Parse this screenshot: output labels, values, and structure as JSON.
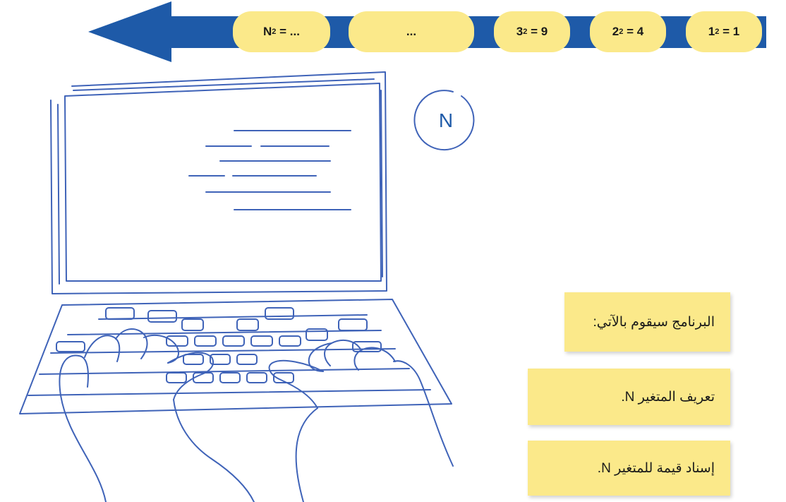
{
  "sequence": {
    "items": [
      {
        "base": "N",
        "exp": "2",
        "rest": "= ..."
      },
      {
        "text": "..."
      },
      {
        "base": "3",
        "exp": "2",
        "rest": "= 9"
      },
      {
        "base": "2",
        "exp": "2",
        "rest": "= 4"
      },
      {
        "base": "1",
        "exp": "2",
        "rest": "= 1"
      }
    ]
  },
  "variable_circle": {
    "label": "N"
  },
  "notes": {
    "intro": "البرنامج سيقوم بالآتي:",
    "step1": "تعريف المتغير N.",
    "step2": "إسناد قيمة للمتغير N."
  },
  "colors": {
    "arrow": "#1e5aa8",
    "pill": "#fbe98a",
    "sketch": "#3f63b8"
  }
}
